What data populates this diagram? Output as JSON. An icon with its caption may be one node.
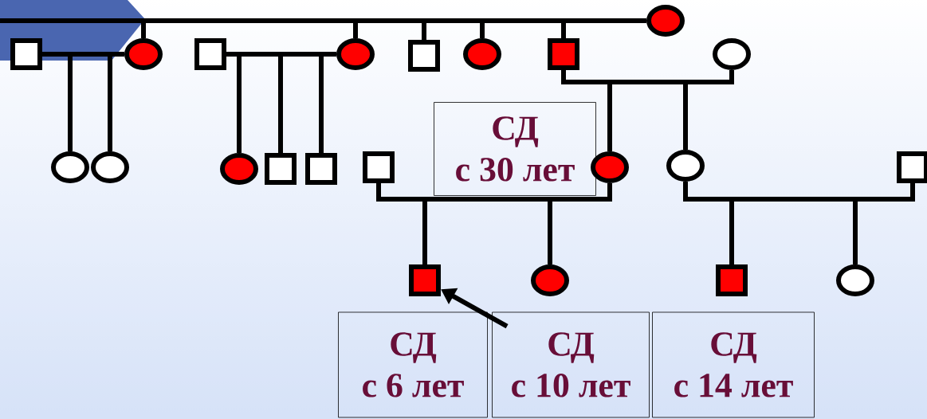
{
  "diagram": {
    "nodes": [
      {
        "text": [],
        "shape": "circle"
      },
      {
        "text": [],
        "shape": "box"
      },
      {
        "text": [],
        "shape": "circle"
      },
      {
        "text": [],
        "shape": "box"
      },
      {
        "text": [],
        "shape": "circle"
      },
      {
        "text": [],
        "shape": "box"
      },
      {
        "text": [],
        "shape": "circle"
      },
      {
        "text": [],
        "shape": "box"
      },
      {
        "text": [],
        "shape": "circle"
      },
      {
        "text": [],
        "shape": "circle"
      },
      {
        "text": [],
        "shape": "circle"
      },
      {
        "text": [],
        "shape": "circle"
      },
      {
        "text": [],
        "shape": "box"
      },
      {
        "text": [],
        "shape": "box"
      },
      {
        "text": [],
        "shape": "box"
      },
      {
        "text": [
          "СД",
          "с 30 лет"
        ]
      },
      {
        "text": [],
        "shape": "circle"
      },
      {
        "text": [],
        "shape": "circle"
      },
      {
        "text": [],
        "shape": "box"
      },
      {
        "text": [],
        "shape": "box"
      },
      {
        "text": [],
        "shape": "circle"
      },
      {
        "text": [],
        "shape": "box"
      },
      {
        "text": [],
        "shape": "circle"
      },
      {
        "text": [
          "СД",
          "с 6 лет"
        ]
      },
      {
        "text": [
          "СД",
          "с 10 лет"
        ]
      },
      {
        "text": [
          "СД",
          "с 14 лет"
        ]
      }
    ],
    "edges": [
      {
        "from": null,
        "to": 0,
        "arrow": "none"
      },
      {
        "from": 0,
        "to": 2,
        "arrow": "none"
      },
      {
        "from": 0,
        "to": 4,
        "arrow": "none"
      },
      {
        "from": 0,
        "to": 5,
        "arrow": "none"
      },
      {
        "from": 0,
        "to": 6,
        "arrow": "none"
      },
      {
        "from": 0,
        "to": 7,
        "arrow": "none"
      },
      {
        "from": 1,
        "to": 2,
        "arrow": "none"
      },
      {
        "from": 2,
        "to": 9,
        "arrow": "none"
      },
      {
        "from": 2,
        "to": 10,
        "arrow": "none"
      },
      {
        "from": 3,
        "to": 4,
        "arrow": "none"
      },
      {
        "from": 4,
        "to": 11,
        "arrow": "none"
      },
      {
        "from": 4,
        "to": 12,
        "arrow": "none"
      },
      {
        "from": 4,
        "to": 13,
        "arrow": "none"
      },
      {
        "from": 7,
        "to": 8,
        "arrow": "none"
      },
      {
        "from": 8,
        "to": 16,
        "arrow": "none"
      },
      {
        "from": 8,
        "to": 17,
        "arrow": "none"
      },
      {
        "from": 14,
        "to": 16,
        "arrow": "none"
      },
      {
        "from": 16,
        "to": 19,
        "arrow": "none"
      },
      {
        "from": 16,
        "to": 20,
        "arrow": "none"
      },
      {
        "from": 17,
        "to": 18,
        "arrow": "none"
      },
      {
        "from": 17,
        "to": 21,
        "arrow": "none"
      },
      {
        "from": 17,
        "to": 22,
        "arrow": "none"
      },
      {
        "from": 24,
        "to": 19,
        "arrow": "to"
      }
    ]
  }
}
